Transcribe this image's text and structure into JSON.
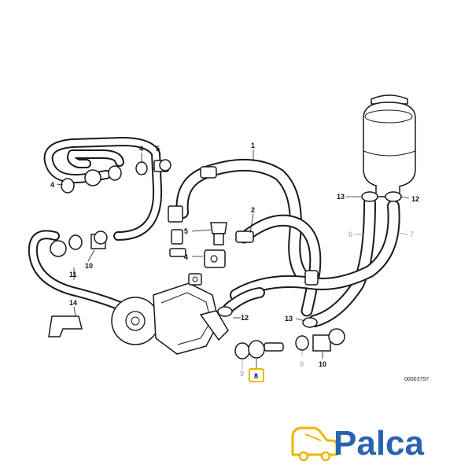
{
  "callouts": [
    {
      "id": "c1",
      "text": "1"
    },
    {
      "id": "c2",
      "text": "2"
    },
    {
      "id": "c4a",
      "text": "4"
    },
    {
      "id": "c4b",
      "text": "4"
    },
    {
      "id": "c4c",
      "text": "4"
    },
    {
      "id": "c5a",
      "text": "5"
    },
    {
      "id": "c5b",
      "text": "5"
    },
    {
      "id": "c6",
      "text": "6"
    },
    {
      "id": "c7",
      "text": "7"
    },
    {
      "id": "c8",
      "text": "8"
    },
    {
      "id": "c9a",
      "text": "9"
    },
    {
      "id": "c9b",
      "text": "9"
    },
    {
      "id": "c10a",
      "text": "10"
    },
    {
      "id": "c10b",
      "text": "10"
    },
    {
      "id": "c11",
      "text": "11"
    },
    {
      "id": "c12a",
      "text": "12"
    },
    {
      "id": "c12b",
      "text": "12"
    },
    {
      "id": "c13a",
      "text": "13"
    },
    {
      "id": "c13b",
      "text": "13"
    },
    {
      "id": "c14",
      "text": "14"
    }
  ],
  "highlight_color": "#f0b400",
  "diagram_ref": "00003757",
  "logo": {
    "text": "Palca",
    "color": "#2a64b0",
    "icon": "car-icon"
  }
}
